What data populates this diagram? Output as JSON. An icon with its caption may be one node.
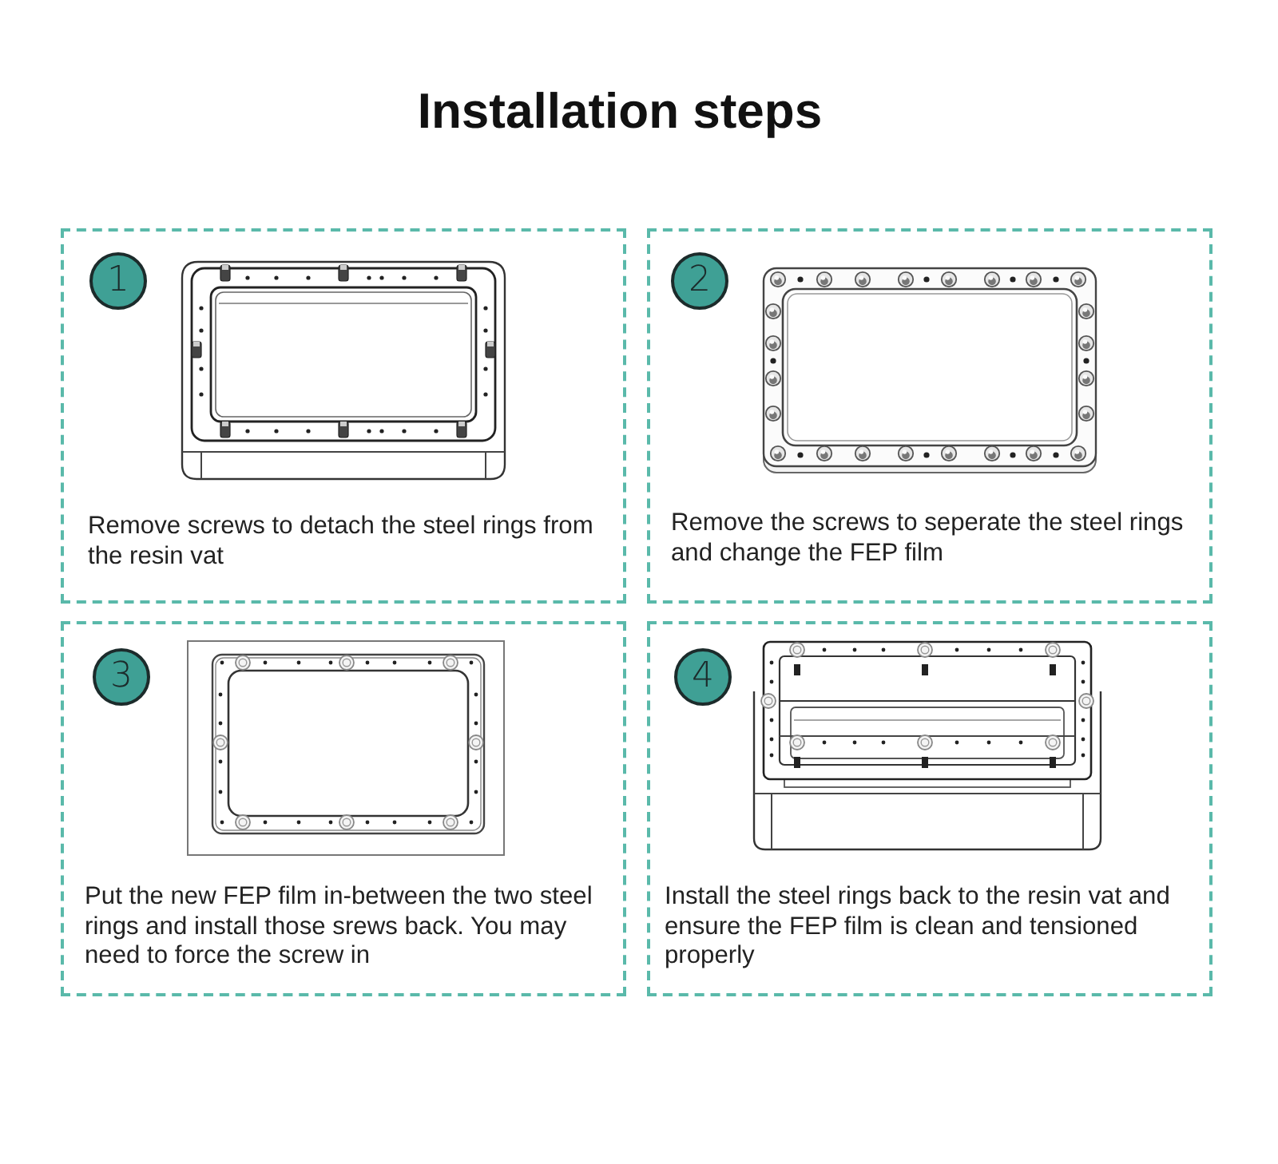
{
  "diagram": {
    "title": "Installation steps",
    "nodes": [
      {
        "text": [
          "Remove screws to detach the steel rings from the resin vat"
        ]
      },
      {
        "text": [
          "1"
        ],
        "in": 0
      },
      {
        "text": [
          "Remove the screws to seperate the steel rings and change the FEP film"
        ]
      },
      {
        "text": [
          "2"
        ],
        "in": 2
      },
      {
        "text": [
          "Put the new FEP film in-between the two steel rings and install those srews back. You may need to force the screw in"
        ]
      },
      {
        "text": [
          "3"
        ],
        "in": 4
      },
      {
        "text": [
          "Install the steel rings back to the resin vat and ensure the FEP film is clean and tensioned properly"
        ]
      },
      {
        "text": [
          "4"
        ],
        "in": 6
      }
    ]
  }
}
